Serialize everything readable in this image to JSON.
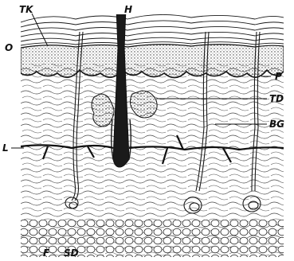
{
  "diagram": {
    "labels": {
      "tk": "TK",
      "h": "H",
      "o": "O",
      "p": "P",
      "td": "TD",
      "bg": "BG",
      "l": "L",
      "f": "F",
      "sd": "SD"
    }
  }
}
